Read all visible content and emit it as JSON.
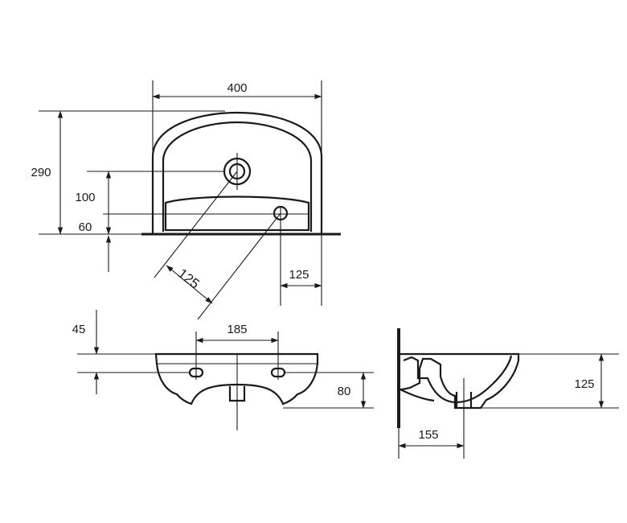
{
  "dimensions": {
    "top_view": {
      "width": "400",
      "height": "290",
      "tap_hole_from_front": "100",
      "overflow_from_front": "60",
      "tap_offset_diagonal": "125",
      "overflow_from_side": "125"
    },
    "front_view": {
      "top_to_fixing_holes": "45",
      "fixing_hole_spacing": "185",
      "fixing_to_bottom": "80"
    },
    "side_view": {
      "depth": "125",
      "drain_from_wall": "155"
    }
  },
  "icons": [
    "washbasin-top-view",
    "washbasin-front-view",
    "washbasin-section-view"
  ]
}
